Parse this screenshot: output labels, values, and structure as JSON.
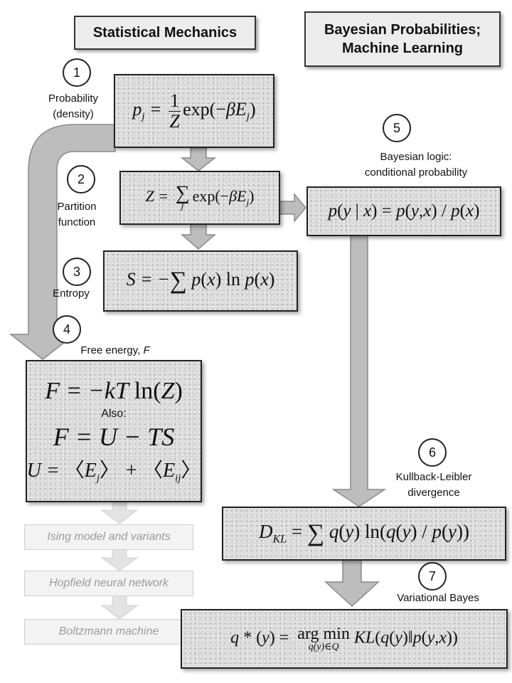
{
  "headers": {
    "left": "Statistical Mechanics",
    "right_line1": "Bayesian Probabilities;",
    "right_line2": "Machine Learning"
  },
  "steps": [
    {
      "num": "1",
      "label_line1": "Probability",
      "label_line2": "(density)"
    },
    {
      "num": "2",
      "label_line1": "Partition",
      "label_line2": "function"
    },
    {
      "num": "3",
      "label_line1": "Entropy"
    },
    {
      "num": "4",
      "label_line1": "Free energy, ",
      "label_var": "F"
    },
    {
      "num": "5",
      "label_line1": "Bayesian logic:",
      "label_line2": "conditional probability"
    },
    {
      "num": "6",
      "label_line1": "Kullback-Leibler",
      "label_line2": "divergence"
    },
    {
      "num": "7",
      "label_line1": "Variational Bayes"
    }
  ],
  "free_energy_box": {
    "eq1": "F = −kT ln(Z)",
    "also_label": "Also:",
    "eq2": "F = U − TS",
    "eq3": "U = 〈E_j〉 + 〈E_ij〉"
  },
  "faded_items": [
    "Ising model and variants",
    "Hopfield neural network",
    "Boltzmann machine"
  ],
  "colors": {
    "arrow_fill": "#bdbdbd",
    "arrow_stroke": "#8a8a8a",
    "faded_arrow": "#e3e3e3",
    "box_background": "#d9d9d9"
  }
}
